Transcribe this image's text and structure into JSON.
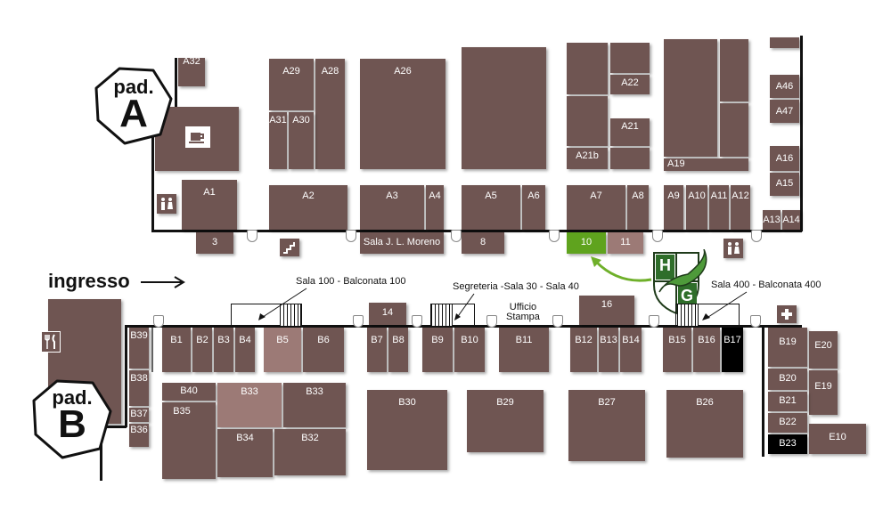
{
  "pad_a": {
    "line1": "pad.",
    "line2": "A"
  },
  "pad_b": {
    "line1": "pad.",
    "line2": "B"
  },
  "ingresso": "ingresso",
  "labels": {
    "sala100": "Sala 100 - Balconata 100",
    "segreteria": "Segreteria -Sala 30 - Sala 40",
    "sala400": "Sala 400 - Balconata 400",
    "ufficio_l1": "Ufficio",
    "ufficio_l2": "Stampa"
  },
  "stands_a": {
    "a32": "A32",
    "a29": "A29",
    "a28": "A28",
    "a26": "A26",
    "a31": "A31",
    "a30": "A30",
    "a22": "A22",
    "a21": "A21",
    "a21b": "A21b",
    "a19": "A19",
    "a46": "A46",
    "a47": "A47",
    "a16": "A16",
    "a15": "A15",
    "a1": "A1",
    "a2": "A2",
    "a3": "A3",
    "a4": "A4",
    "a5": "A5",
    "a6": "A6",
    "a7": "A7",
    "a8": "A8",
    "a9": "A9",
    "a10": "A10",
    "a11": "A11",
    "a12": "A12",
    "a13": "A13",
    "a14": "A14",
    "s3": "3",
    "sala_moreno": "Sala J. L. Moreno",
    "s8": "8",
    "s10": "10",
    "s11": "11"
  },
  "stands_b": {
    "b39": "B39",
    "b38": "B38",
    "b37": "B37",
    "b36": "B36",
    "b1": "B1",
    "b2": "B2",
    "b3": "B3",
    "b4": "B4",
    "b5": "B5",
    "b6": "B6",
    "s14": "14",
    "b7": "B7",
    "b8": "B8",
    "b9": "B9",
    "b10": "B10",
    "b11": "B11",
    "s16": "16",
    "b12": "B12",
    "b13": "B13",
    "b14": "B14",
    "b15": "B15",
    "b16": "B16",
    "b17": "B17",
    "b19": "B19",
    "e20": "E20",
    "b20": "B20",
    "e19": "E19",
    "b21": "B21",
    "b22": "B22",
    "b23": "B23",
    "e10": "E10",
    "b40": "B40",
    "b35": "B35",
    "b33a": "B33",
    "b33b": "B33",
    "b34": "B34",
    "b32": "B32",
    "b30": "B30",
    "b29": "B29",
    "b27": "B27",
    "b26": "B26"
  },
  "logo": {
    "top": "H",
    "bottom": "G"
  },
  "colors": {
    "stand": "#6f5552",
    "highlight": "#5fa31e",
    "light": "#9c7a76",
    "dark": "#000000"
  }
}
